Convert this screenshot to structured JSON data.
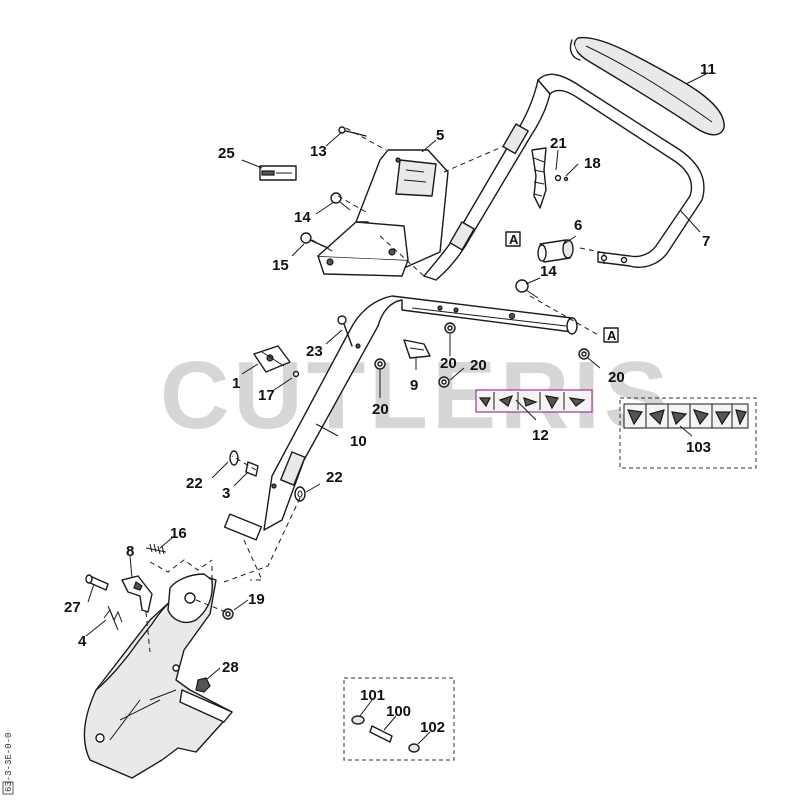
{
  "watermark": "CUTLERIS",
  "drawing_code": "63-3-3E-0-0",
  "reference_mark": "A",
  "callouts": {
    "p1": "1",
    "p3": "3",
    "p4": "4",
    "p5": "5",
    "p6": "6",
    "p7": "7",
    "p8": "8",
    "p9": "9",
    "p10": "10",
    "p11": "11",
    "p12": "12",
    "p13": "13",
    "p14a": "14",
    "p14b": "14",
    "p15": "15",
    "p16": "16",
    "p17": "17",
    "p18": "18",
    "p19": "19",
    "p20a": "20",
    "p20b": "20",
    "p20c": "20",
    "p20d": "20",
    "p21": "21",
    "p22a": "22",
    "p22b": "22",
    "p23": "23",
    "p25": "25",
    "p27": "27",
    "p28": "28",
    "p100": "100",
    "p101": "101",
    "p102": "102",
    "p103": "103"
  }
}
